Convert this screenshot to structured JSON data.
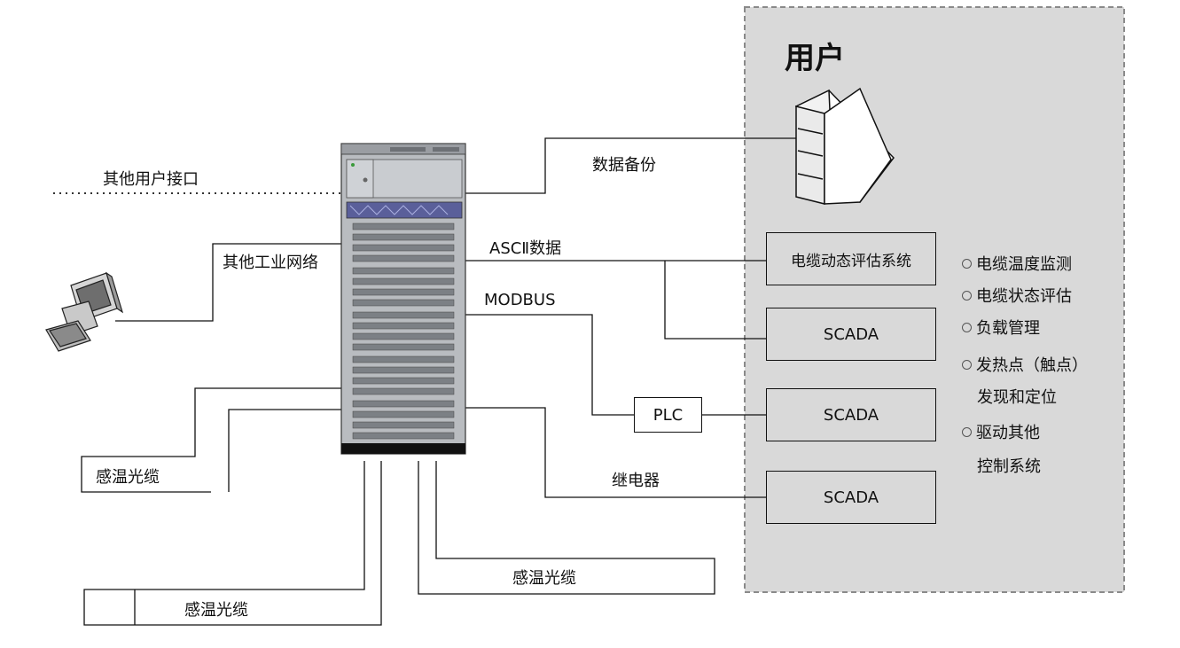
{
  "user_zone": {
    "title": "用户"
  },
  "labels": {
    "other_user_interface": "其他用户接口",
    "other_industrial_network": "其他工业网络",
    "data_backup": "数据备份",
    "ascii_data": "ASCⅡ数据",
    "modbus": "MODBUS",
    "relay": "继电器",
    "sensing_cable_left": "感温光缆",
    "sensing_cable_bottom_left": "感温光缆",
    "sensing_cable_bottom_right": "感温光缆"
  },
  "boxes": {
    "cable_eval_system": "电缆动态评估系统",
    "scada_1": "SCADA",
    "scada_2": "SCADA",
    "scada_3": "SCADA",
    "plc": "PLC"
  },
  "features": [
    "电缆温度监测",
    "电缆状态评估",
    "负载管理",
    "发热点（触点）",
    "发现和定位",
    "驱动其他",
    "控制系统"
  ],
  "colors": {
    "user_zone_fill": "#d9d9d9",
    "user_zone_border": "#8a8a8a",
    "line": "#111111",
    "rack_body": "#b9bcc0",
    "rack_dark": "#6d7075",
    "rack_accent": "#5a5f9a"
  },
  "icons": [
    "server-rack-icon",
    "storage-server-icon",
    "workstation-computer-icon"
  ]
}
